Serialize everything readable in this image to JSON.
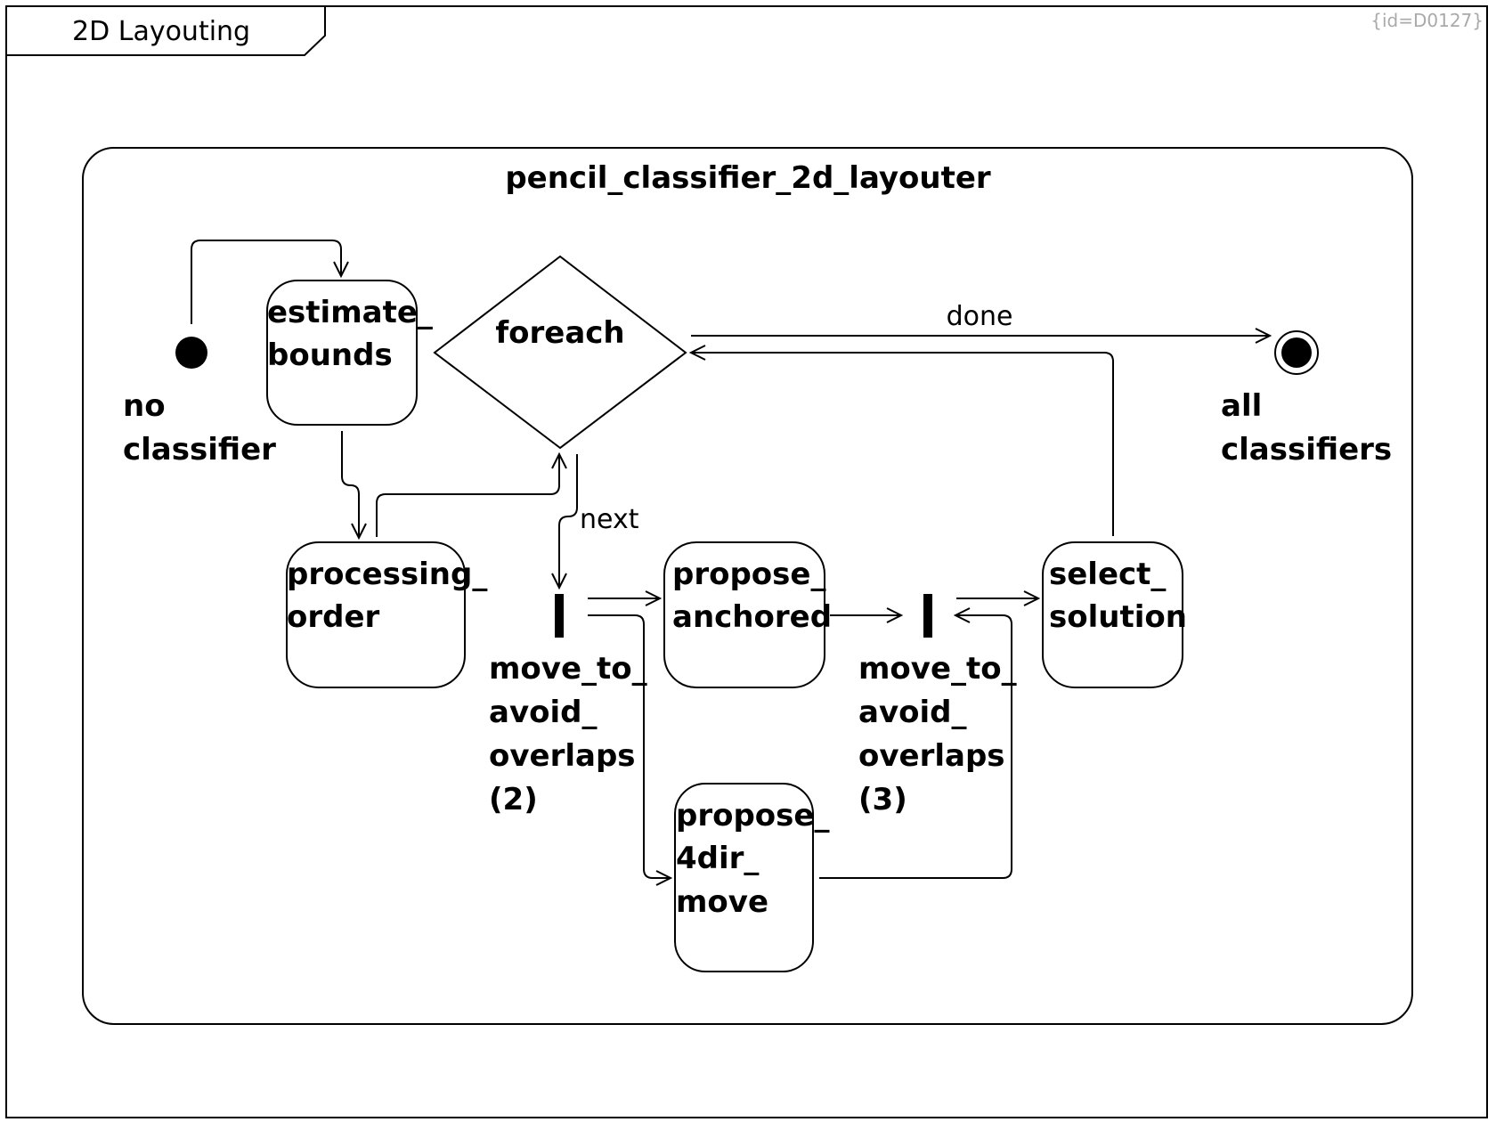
{
  "frame": {
    "title": "2D Layouting",
    "id_label": "{id=D0127}"
  },
  "container": {
    "title": "pencil_classifier_2d_layouter"
  },
  "nodes": {
    "initial": {
      "lines": [
        "no",
        "classifier"
      ]
    },
    "final": {
      "lines": [
        "all",
        "classifiers"
      ]
    },
    "estimate_bounds": {
      "lines": [
        "estimate_",
        "bounds"
      ]
    },
    "foreach": {
      "label": "foreach"
    },
    "processing_order": {
      "lines": [
        "processing_",
        "order"
      ]
    },
    "fork_2": {
      "lines": [
        "move_to_",
        "avoid_",
        "overlaps",
        "(2)"
      ]
    },
    "propose_anchored": {
      "lines": [
        "propose_",
        "anchored"
      ]
    },
    "join_3": {
      "lines": [
        "move_to_",
        "avoid_",
        "overlaps",
        "(3)"
      ]
    },
    "select_solution": {
      "lines": [
        "select_",
        "solution"
      ]
    },
    "propose_4dir_move": {
      "lines": [
        "propose_",
        "4dir_",
        "move"
      ]
    }
  },
  "edges": {
    "done_label": "done",
    "next_label": "next"
  }
}
